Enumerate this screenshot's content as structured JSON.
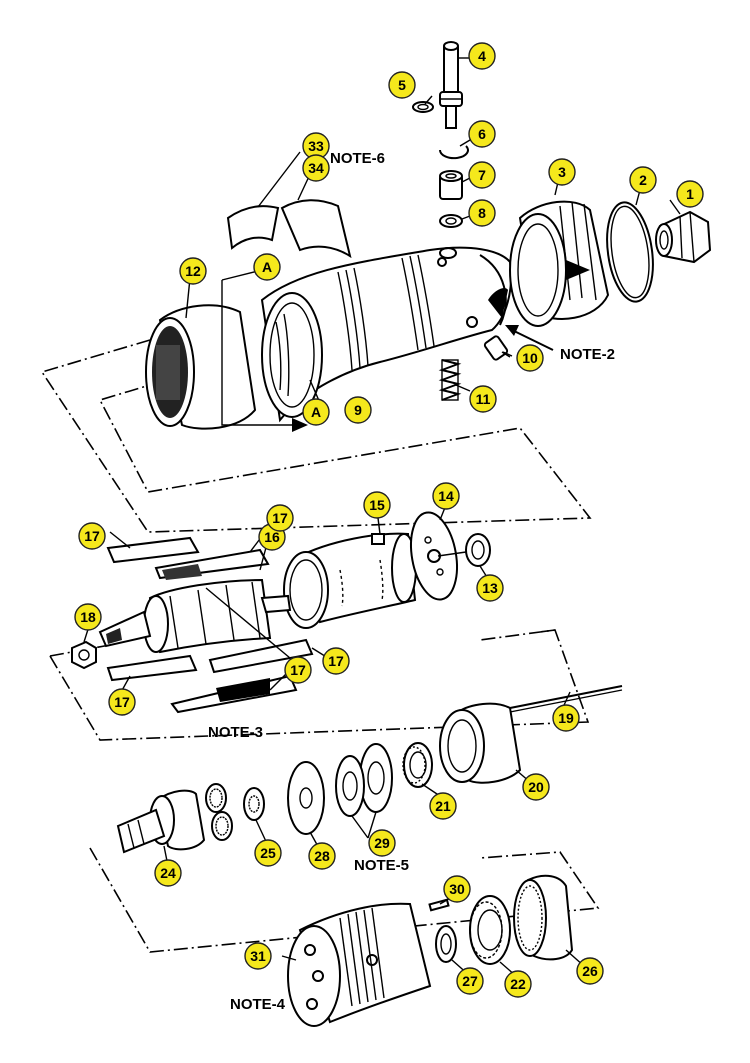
{
  "callouts": [
    {
      "id": "c1",
      "label": "1"
    },
    {
      "id": "c2",
      "label": "2"
    },
    {
      "id": "c3",
      "label": "3"
    },
    {
      "id": "c4",
      "label": "4"
    },
    {
      "id": "c5",
      "label": "5"
    },
    {
      "id": "c6",
      "label": "6"
    },
    {
      "id": "c7",
      "label": "7"
    },
    {
      "id": "c8",
      "label": "8"
    },
    {
      "id": "c9",
      "label": "9"
    },
    {
      "id": "c10",
      "label": "10"
    },
    {
      "id": "c11",
      "label": "11"
    },
    {
      "id": "c12",
      "label": "12"
    },
    {
      "id": "c13",
      "label": "13"
    },
    {
      "id": "c14",
      "label": "14"
    },
    {
      "id": "c15",
      "label": "15"
    },
    {
      "id": "c16",
      "label": "16"
    },
    {
      "id": "c17a",
      "label": "17"
    },
    {
      "id": "c17b",
      "label": "17"
    },
    {
      "id": "c17c",
      "label": "17"
    },
    {
      "id": "c17d",
      "label": "17"
    },
    {
      "id": "c17e",
      "label": "17"
    },
    {
      "id": "c18",
      "label": "18"
    },
    {
      "id": "c19",
      "label": "19"
    },
    {
      "id": "c20",
      "label": "20"
    },
    {
      "id": "c21",
      "label": "21"
    },
    {
      "id": "c22",
      "label": "22"
    },
    {
      "id": "c24",
      "label": "24"
    },
    {
      "id": "c25",
      "label": "25"
    },
    {
      "id": "c26",
      "label": "26"
    },
    {
      "id": "c27",
      "label": "27"
    },
    {
      "id": "c28",
      "label": "28"
    },
    {
      "id": "c29",
      "label": "29"
    },
    {
      "id": "c30",
      "label": "30"
    },
    {
      "id": "c31",
      "label": "31"
    },
    {
      "id": "c33",
      "label": "33"
    },
    {
      "id": "c34",
      "label": "34"
    },
    {
      "id": "cA1",
      "label": "A"
    },
    {
      "id": "cA2",
      "label": "A"
    }
  ],
  "notes": {
    "note2": "NOTE-2",
    "note3": "NOTE-3",
    "note4": "NOTE-4",
    "note5": "NOTE-5",
    "note6": "NOTE-6"
  }
}
